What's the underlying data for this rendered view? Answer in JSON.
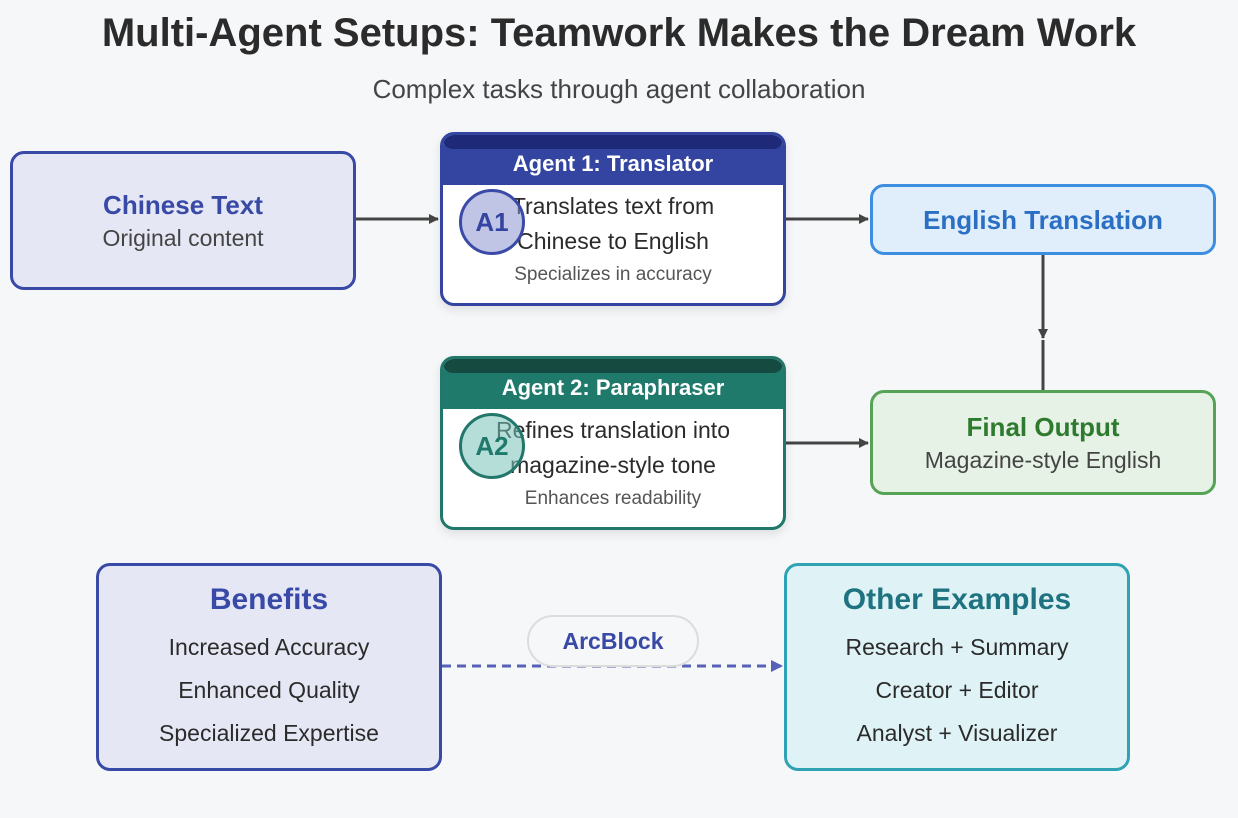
{
  "header": {
    "title": "Multi-Agent Setups: Teamwork Makes the Dream Work",
    "subtitle": "Complex tasks through agent collaboration"
  },
  "nodes": {
    "chinese_text": {
      "title": "Chinese Text",
      "subtitle": "Original content"
    },
    "agent1": {
      "title": "Agent 1: Translator",
      "badge": "A1",
      "description_lines": [
        "Translates text from",
        "Chinese to English"
      ],
      "note": "Specializes in accuracy"
    },
    "english_translation": {
      "title": "English Translation"
    },
    "agent2": {
      "title": "Agent 2: Paraphraser",
      "badge": "A2",
      "description_lines": [
        "Refines translation into",
        "magazine-style tone"
      ],
      "note": "Enhances readability"
    },
    "final_output": {
      "title": "Final Output",
      "subtitle": "Magazine-style English"
    }
  },
  "benefits": {
    "title": "Benefits",
    "items": [
      "Increased Accuracy",
      "Enhanced Quality",
      "Specialized Expertise"
    ]
  },
  "examples": {
    "title": "Other Examples",
    "items": [
      "Research + Summary",
      "Creator + Editor",
      "Analyst + Visualizer"
    ]
  },
  "connector_label": "ArcBlock",
  "colors": {
    "primary_blue": "#3949a6",
    "agent1_header": "#3345a0",
    "agent2_header": "#1f7a6c",
    "translation_blue": "#2a6fc4",
    "output_green": "#2e7a2e",
    "examples_teal": "#1f7380",
    "arrow": "#444444"
  }
}
